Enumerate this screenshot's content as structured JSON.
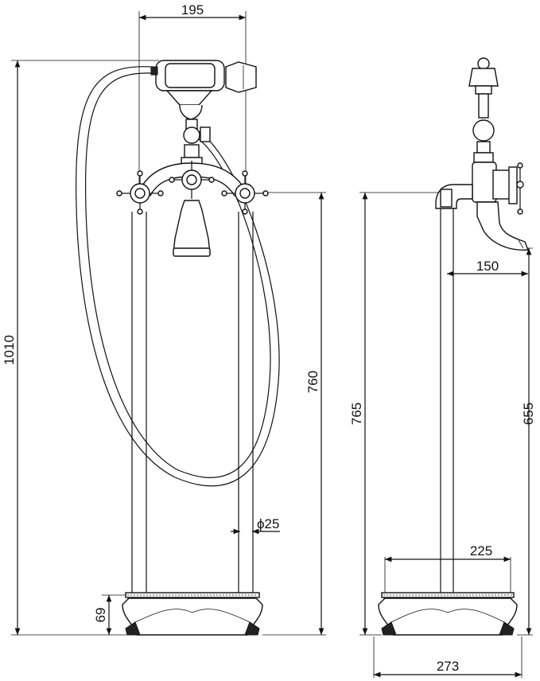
{
  "dimensions": {
    "top_width": "195",
    "total_height": "1010",
    "handles_height": "760",
    "pipe_diameter": "ϕ25",
    "base_height": "69",
    "side_spout_reach": "150",
    "side_total_height": "765",
    "side_spout_height": "655",
    "base_top_width": "225",
    "base_bottom_width": "273"
  }
}
